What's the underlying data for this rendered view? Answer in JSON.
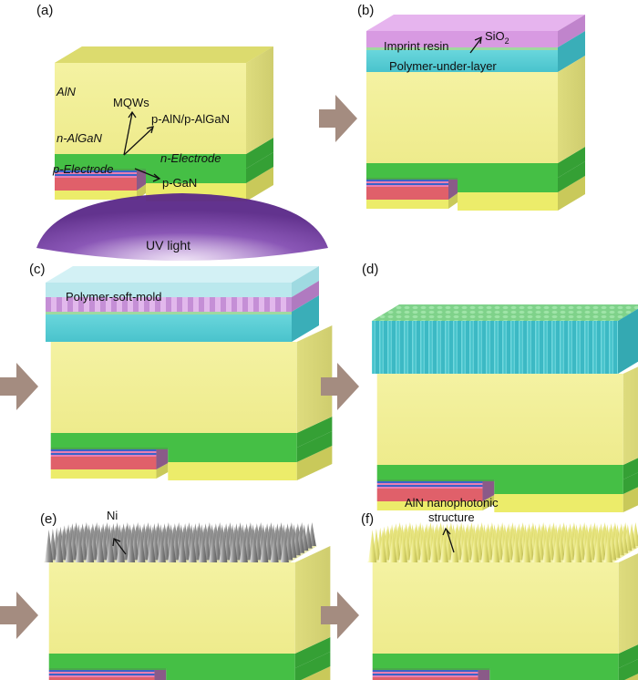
{
  "panels": {
    "a": {
      "tag": "(a)",
      "aln": "AlN",
      "mqws": "MQWs",
      "n_algan": "n-AlGaN",
      "p_aln_algan": "p-AlN/p-AlGaN",
      "p_electrode": "p-Electrode",
      "n_electrode": "n-Electrode",
      "p_gan": "p-GaN"
    },
    "b": {
      "tag": "(b)",
      "sio2": "SiO",
      "sio2_sub": "2",
      "imprint_resin": "Imprint resin",
      "polymer_under_layer": "Polymer-under-layer"
    },
    "c": {
      "tag": "(c)",
      "uv_light": "UV light",
      "polymer_soft_mold": "Polymer-soft-mold"
    },
    "d": {
      "tag": "(d)"
    },
    "e": {
      "tag": "(e)",
      "ni": "Ni"
    },
    "f": {
      "tag": "(f)",
      "aln_nano_1": "AlN nanophotonic",
      "aln_nano_2": "structure"
    }
  },
  "colors": {
    "aln_yellow": "#f2f29a",
    "n_algan_green": "#4cc24c",
    "polymer_cyan": "#5fd0d8",
    "imprint_purple": "#d79be0",
    "uv_purple": "#7a3fa8",
    "arrow_brown": "#a48c80",
    "ni_silver": "#9a9a9a"
  }
}
